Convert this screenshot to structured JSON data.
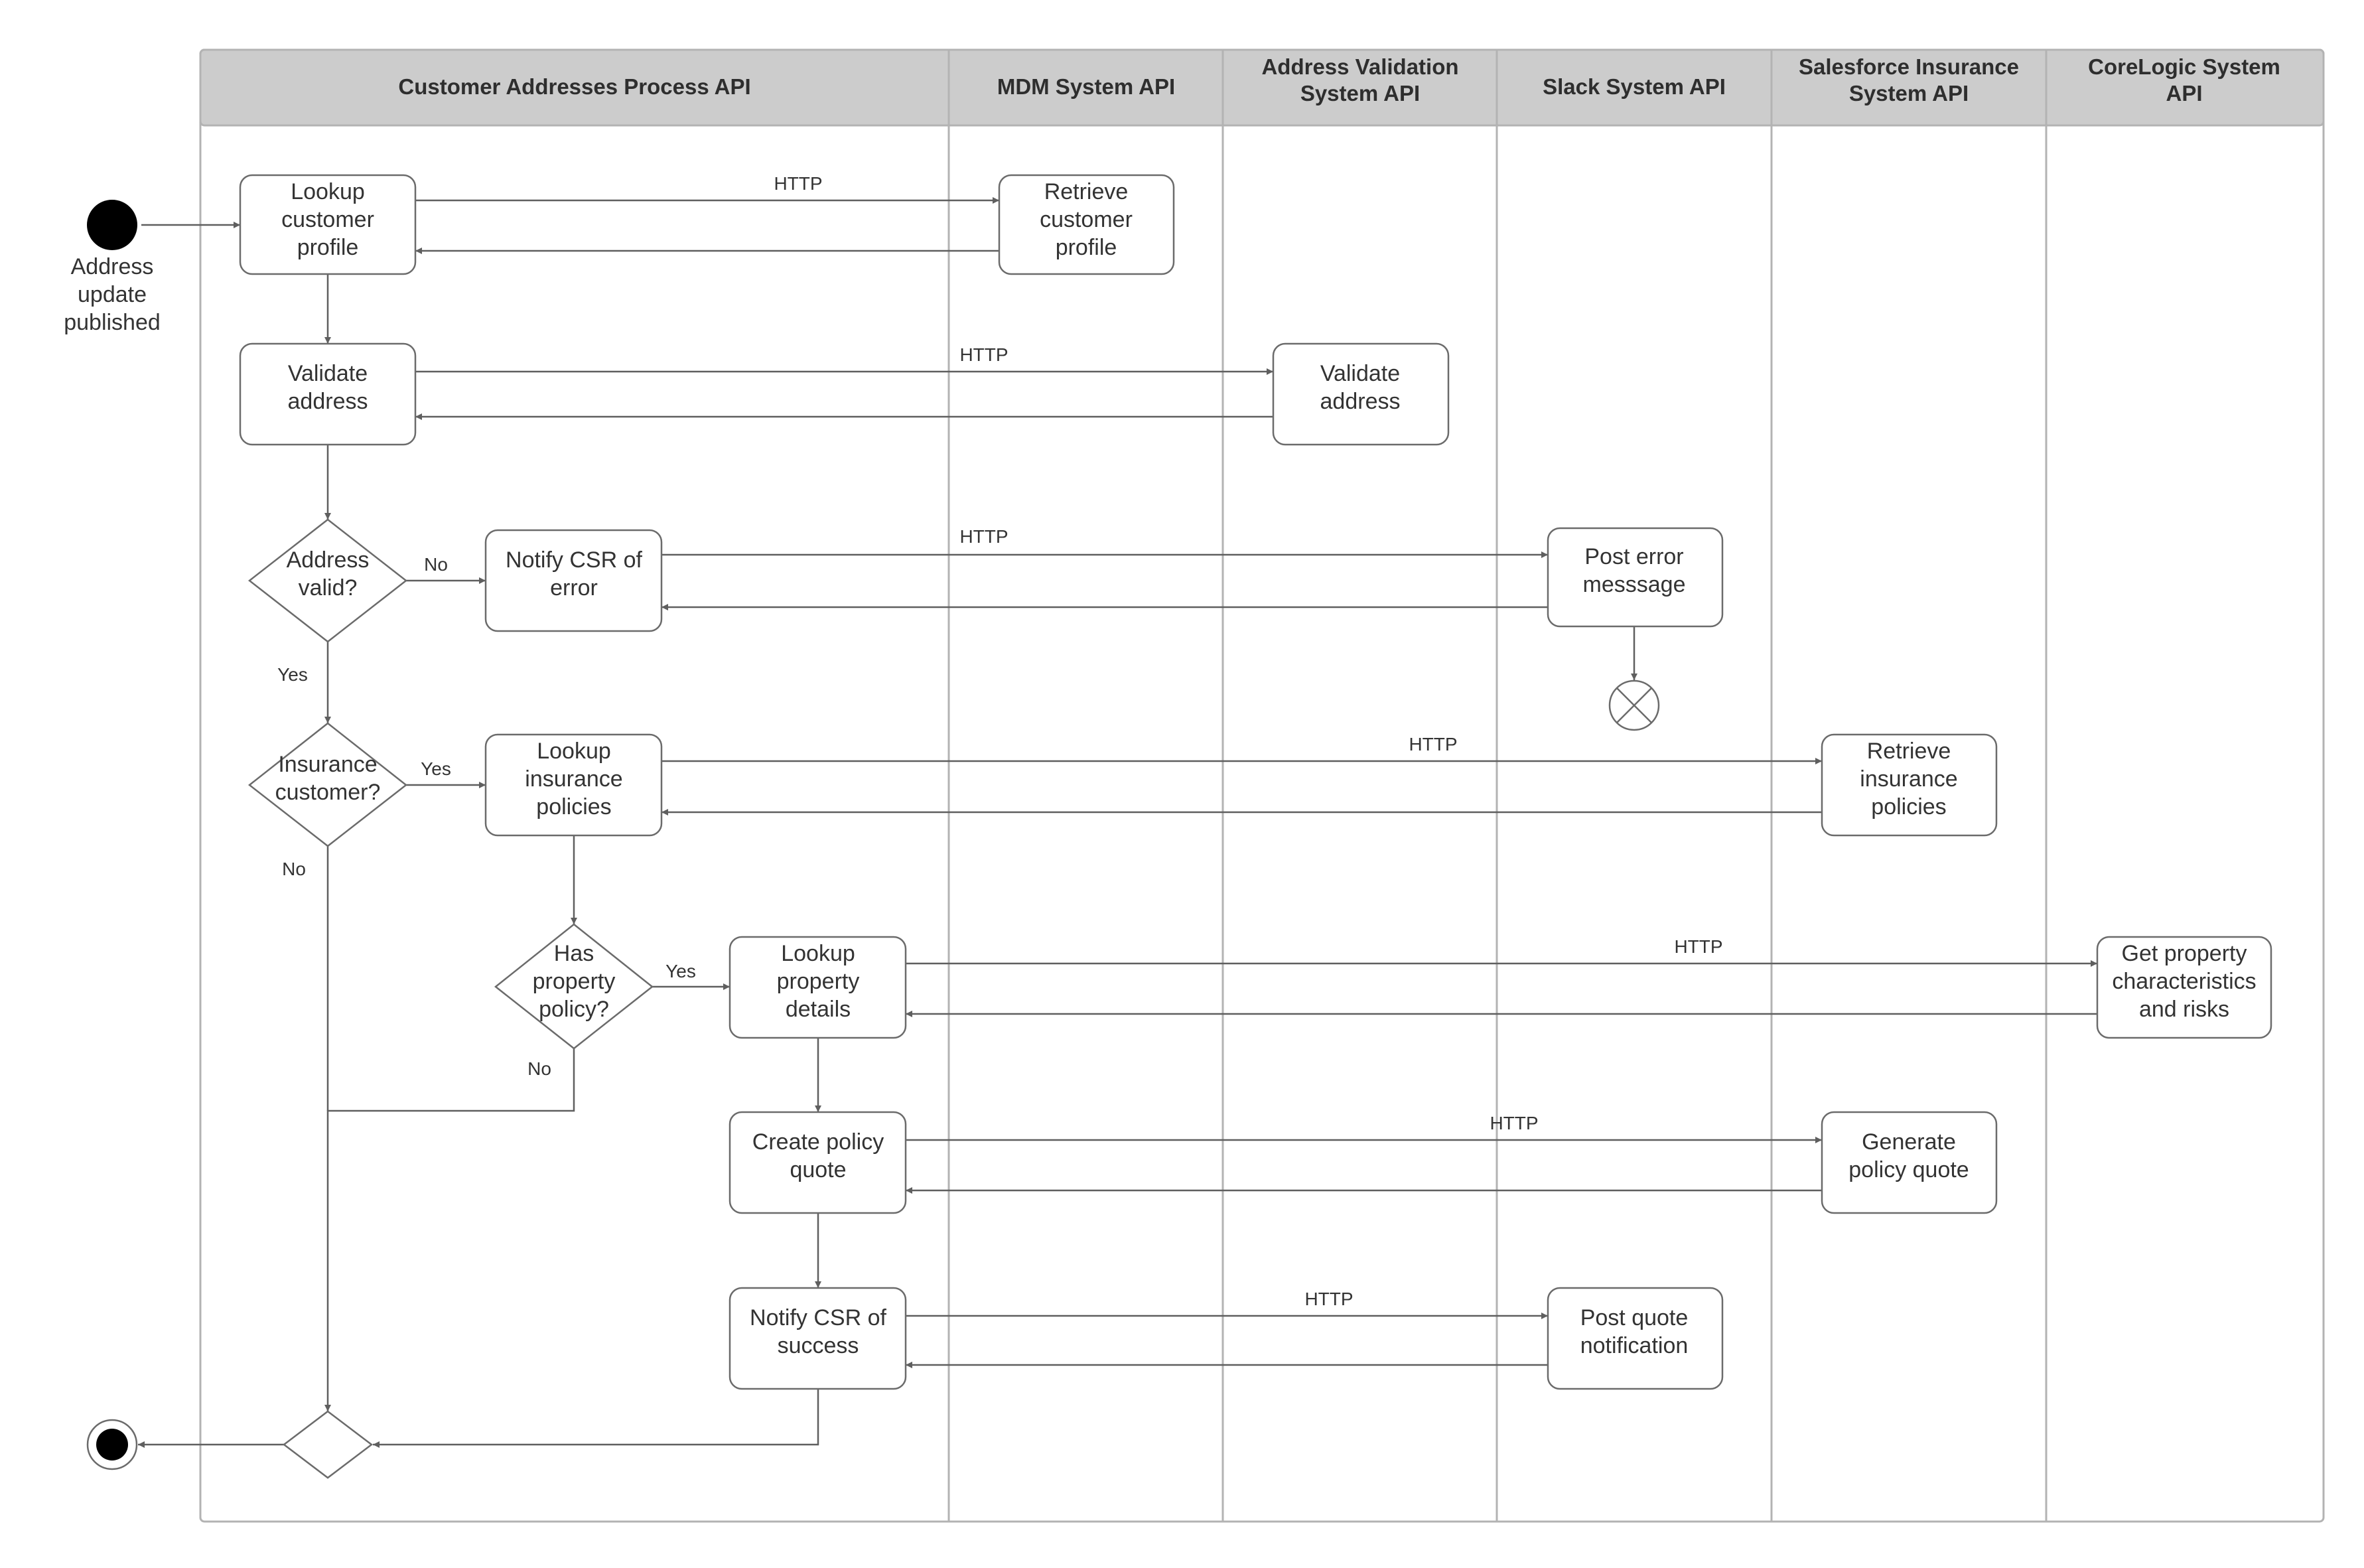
{
  "diagram": {
    "lanes": [
      "Customer Addresses Process API",
      "MDM System API",
      "Address Validation\nSystem API",
      "Slack System API",
      "Salesforce Insurance\nSystem API",
      "CoreLogic System\nAPI"
    ],
    "nodes": {
      "start": "Address\nupdate\npublished",
      "lookup_profile": "Lookup\ncustomer\nprofile",
      "retrieve_profile": "Retrieve\ncustomer\nprofile",
      "validate_address": "Validate\naddress",
      "validate_address_api": "Validate\naddress",
      "address_valid": "Address\nvalid?",
      "notify_error": "Notify CSR of\nerror",
      "post_error": "Post error\nmesssage",
      "insurance_customer": "Insurance\ncustomer?",
      "lookup_policies": "Lookup\ninsurance\npolicies",
      "retrieve_policies": "Retrieve\ninsurance\npolicies",
      "has_property": "Has\nproperty\npolicy?",
      "lookup_property": "Lookup\nproperty\ndetails",
      "get_property": "Get property\ncharacteristics\nand risks",
      "create_quote": "Create policy\nquote",
      "generate_quote": "Generate\npolicy quote",
      "notify_success": "Notify CSR of\nsuccess",
      "post_quote": "Post quote\nnotification"
    },
    "edge_labels": {
      "http": "HTTP",
      "yes": "Yes",
      "no": "No"
    },
    "colors": {
      "header_bg": "#cccccc",
      "frame": "#b3b3b3",
      "stroke": "#6b6b6b",
      "start_fill": "#000000"
    }
  }
}
